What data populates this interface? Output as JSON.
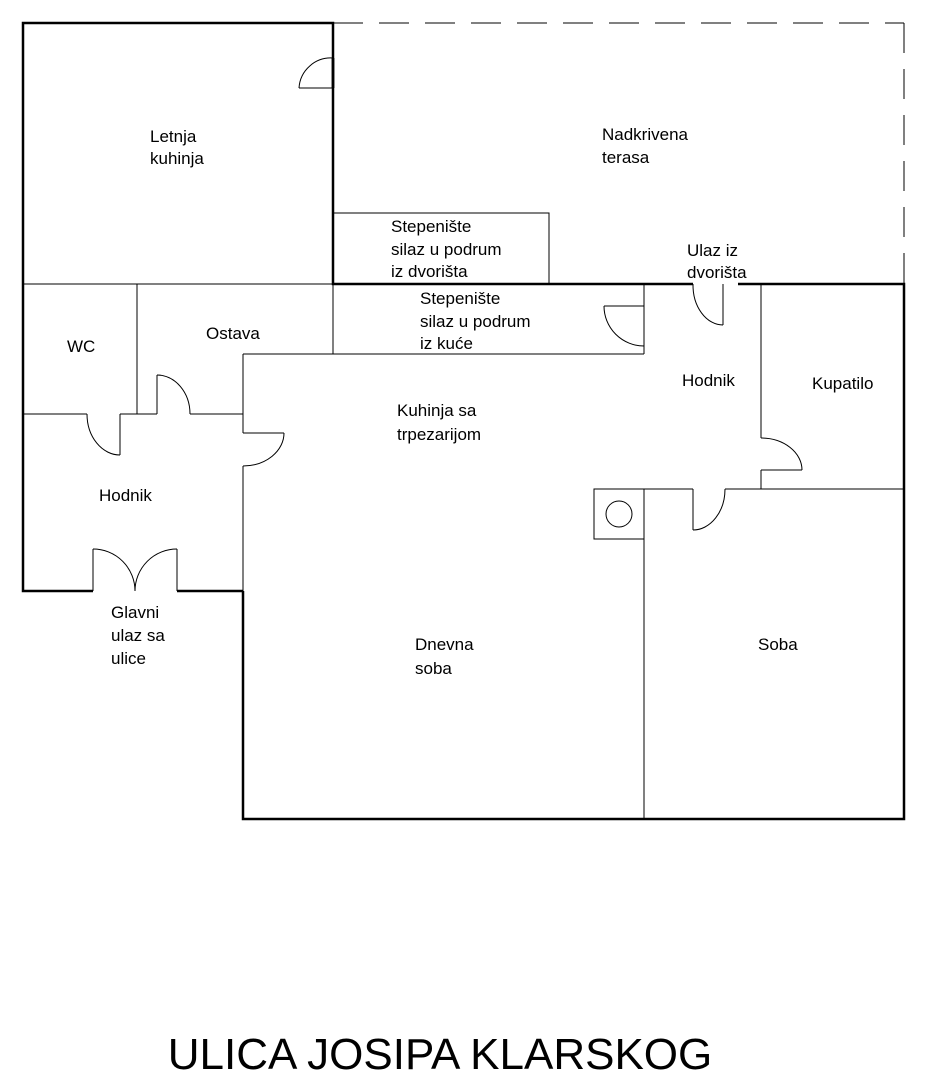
{
  "rooms": {
    "letnja_kuhinja": [
      "Letnja",
      "kuhinja"
    ],
    "nadkrivena_terasa": [
      "Nadkrivena",
      "terasa"
    ],
    "stepeniste_dvoriste": [
      "Stepenište",
      "silaz u podrum",
      "iz dvorišta"
    ],
    "ulaz_dvorista": [
      "Ulaz iz",
      "dvorišta"
    ],
    "stepeniste_kuca": [
      "Stepenište",
      "silaz u podrum",
      "iz kuće"
    ],
    "wc": [
      "WC"
    ],
    "ostava": [
      "Ostava"
    ],
    "hodnik_right": [
      "Hodnik"
    ],
    "kupatilo": [
      "Kupatilo"
    ],
    "kuhinja_trpezarija": [
      "Kuhinja sa",
      "trpezarijom"
    ],
    "hodnik_left": [
      "Hodnik"
    ],
    "glavni_ulaz": [
      "Glavni",
      "ulaz sa",
      "ulice"
    ],
    "dnevna_soba": [
      "Dnevna",
      "soba"
    ],
    "soba": [
      "Soba"
    ]
  },
  "street_label": "ULICA JOSIPA KLARSKOG"
}
